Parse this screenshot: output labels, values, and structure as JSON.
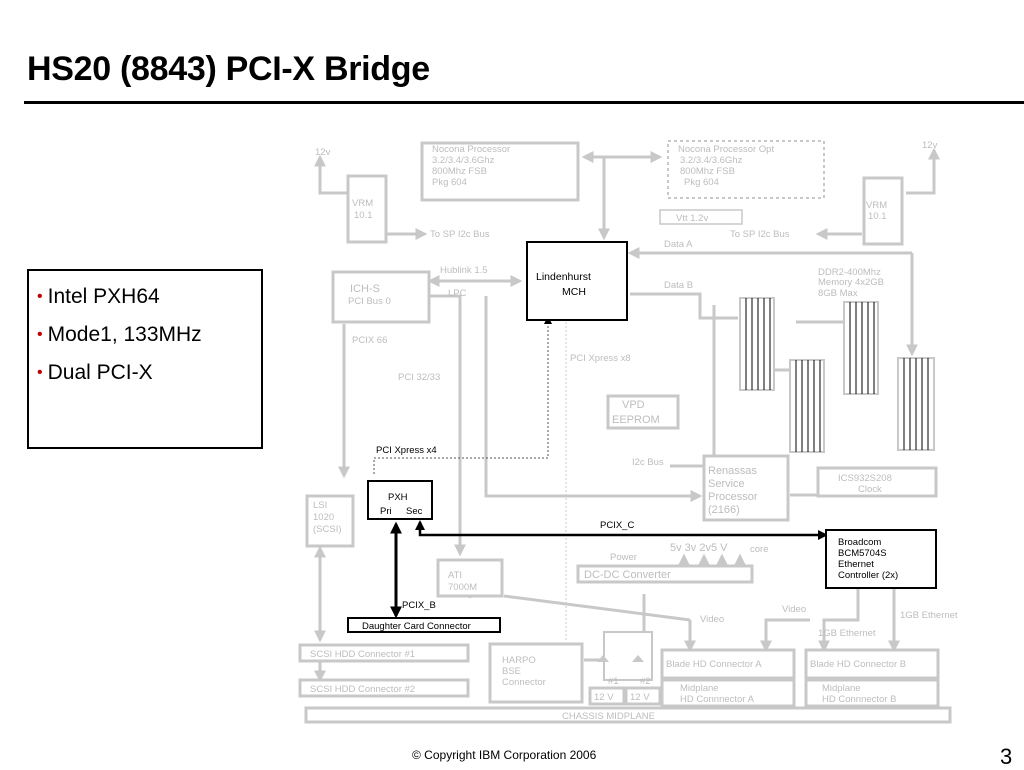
{
  "title": "HS20 (8843) PCI-X Bridge",
  "bullets": [
    "Intel PXH64",
    "Mode1, 133MHz",
    "Dual PCI-X"
  ],
  "footer": "© Copyright IBM Corporation 2006",
  "page_number": "3",
  "diagram": {
    "nocona1": [
      "Nocona Processor",
      "3.2/3.4/3.6Ghz",
      "800Mhz FSB",
      "Pkg 604"
    ],
    "nocona2": [
      "Nocona Processor Opt",
      "3.2/3.4/3.6Ghz",
      "800Mhz FSB",
      "Pkg 604"
    ],
    "v12": "12v",
    "vrm": [
      "VRM",
      "10.1"
    ],
    "to_sp": "To SP I2c Bus",
    "vtt": "Vtt  1.2v",
    "data_a": "Data A",
    "data_b": "Data B",
    "hublink": "Hublink 1.5",
    "lpc": "LPC",
    "ich": [
      "ICH-S",
      "PCI Bus 0"
    ],
    "mch": [
      "Lindenhurst",
      "MCH"
    ],
    "ddr": [
      "DDR2-400Mhz",
      "Memory 4x2GB",
      "8GB Max"
    ],
    "pcix66": "PCIX 66",
    "pci3233": "PCI 32/33",
    "pcie8": "PCI Xpress x8",
    "pcie4": "PCI Xpress x4",
    "vpd": [
      "VPD",
      "EEPROM"
    ],
    "i2c": "I2c Bus",
    "renesas": [
      "Renassas",
      "Service",
      "Processor",
      "(2166)"
    ],
    "ics": [
      "ICS932S208",
      "Clock"
    ],
    "lsi": [
      "LSI",
      "1020",
      "(SCSI)"
    ],
    "pxh": "PXH",
    "pri": "Pri",
    "sec": "Sec",
    "pcix_c": "PCIX_C",
    "broadcom": [
      "Broadcom",
      "BCM5704S",
      "Ethernet",
      "Controller (2x)"
    ],
    "power": "Power",
    "volts": "5v 3v 2v5 V",
    "core": "core",
    "dcdc": "DC-DC Converter",
    "ati": [
      "ATI",
      "7000M"
    ],
    "pcix_b": "PCIX_B",
    "daughter": "Daughter Card Connector",
    "video": "Video",
    "gb_eth": "1GB Ethernet",
    "scsi1": "SCSI HDD Connector #1",
    "scsi2": "SCSI HDD Connector #2",
    "harpo": [
      "HARPO",
      "BSE",
      "Connector"
    ],
    "n1": "#1",
    "n2": "#2",
    "v12_box": "12 V",
    "blade_a": "Blade HD Connector A",
    "blade_b": "Blade HD Connector B",
    "mid_a": [
      "Midplane",
      "HD Connnector A"
    ],
    "mid_b": [
      "Midplane",
      "HD Connnector B"
    ],
    "chassis": "CHASSIS MIDPLANE"
  },
  "colors": {
    "active": "#000000",
    "inactive": "#c8c8c8",
    "bullet_dot": "#c00000"
  }
}
